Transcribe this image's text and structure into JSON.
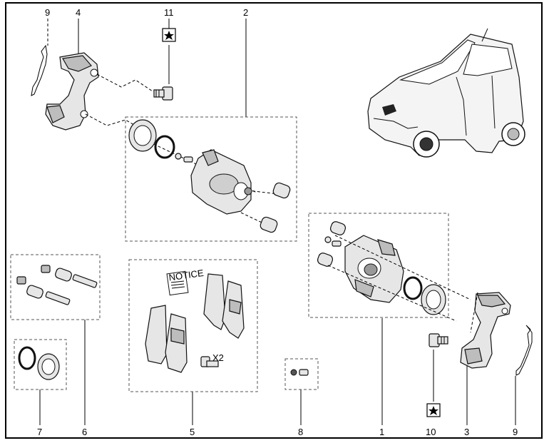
{
  "callouts": {
    "c1": "1",
    "c2": "2",
    "c3": "3",
    "c4": "4",
    "c5": "5",
    "c6": "6",
    "c7": "7",
    "c8": "8",
    "c9a": "9",
    "c9b": "9",
    "c10": "10",
    "c11": "11"
  },
  "annotations": {
    "bolt_qty": "X2",
    "leaflet": "NOTICE"
  },
  "icons": {
    "star_a": "star-icon",
    "star_b": "star-icon"
  }
}
